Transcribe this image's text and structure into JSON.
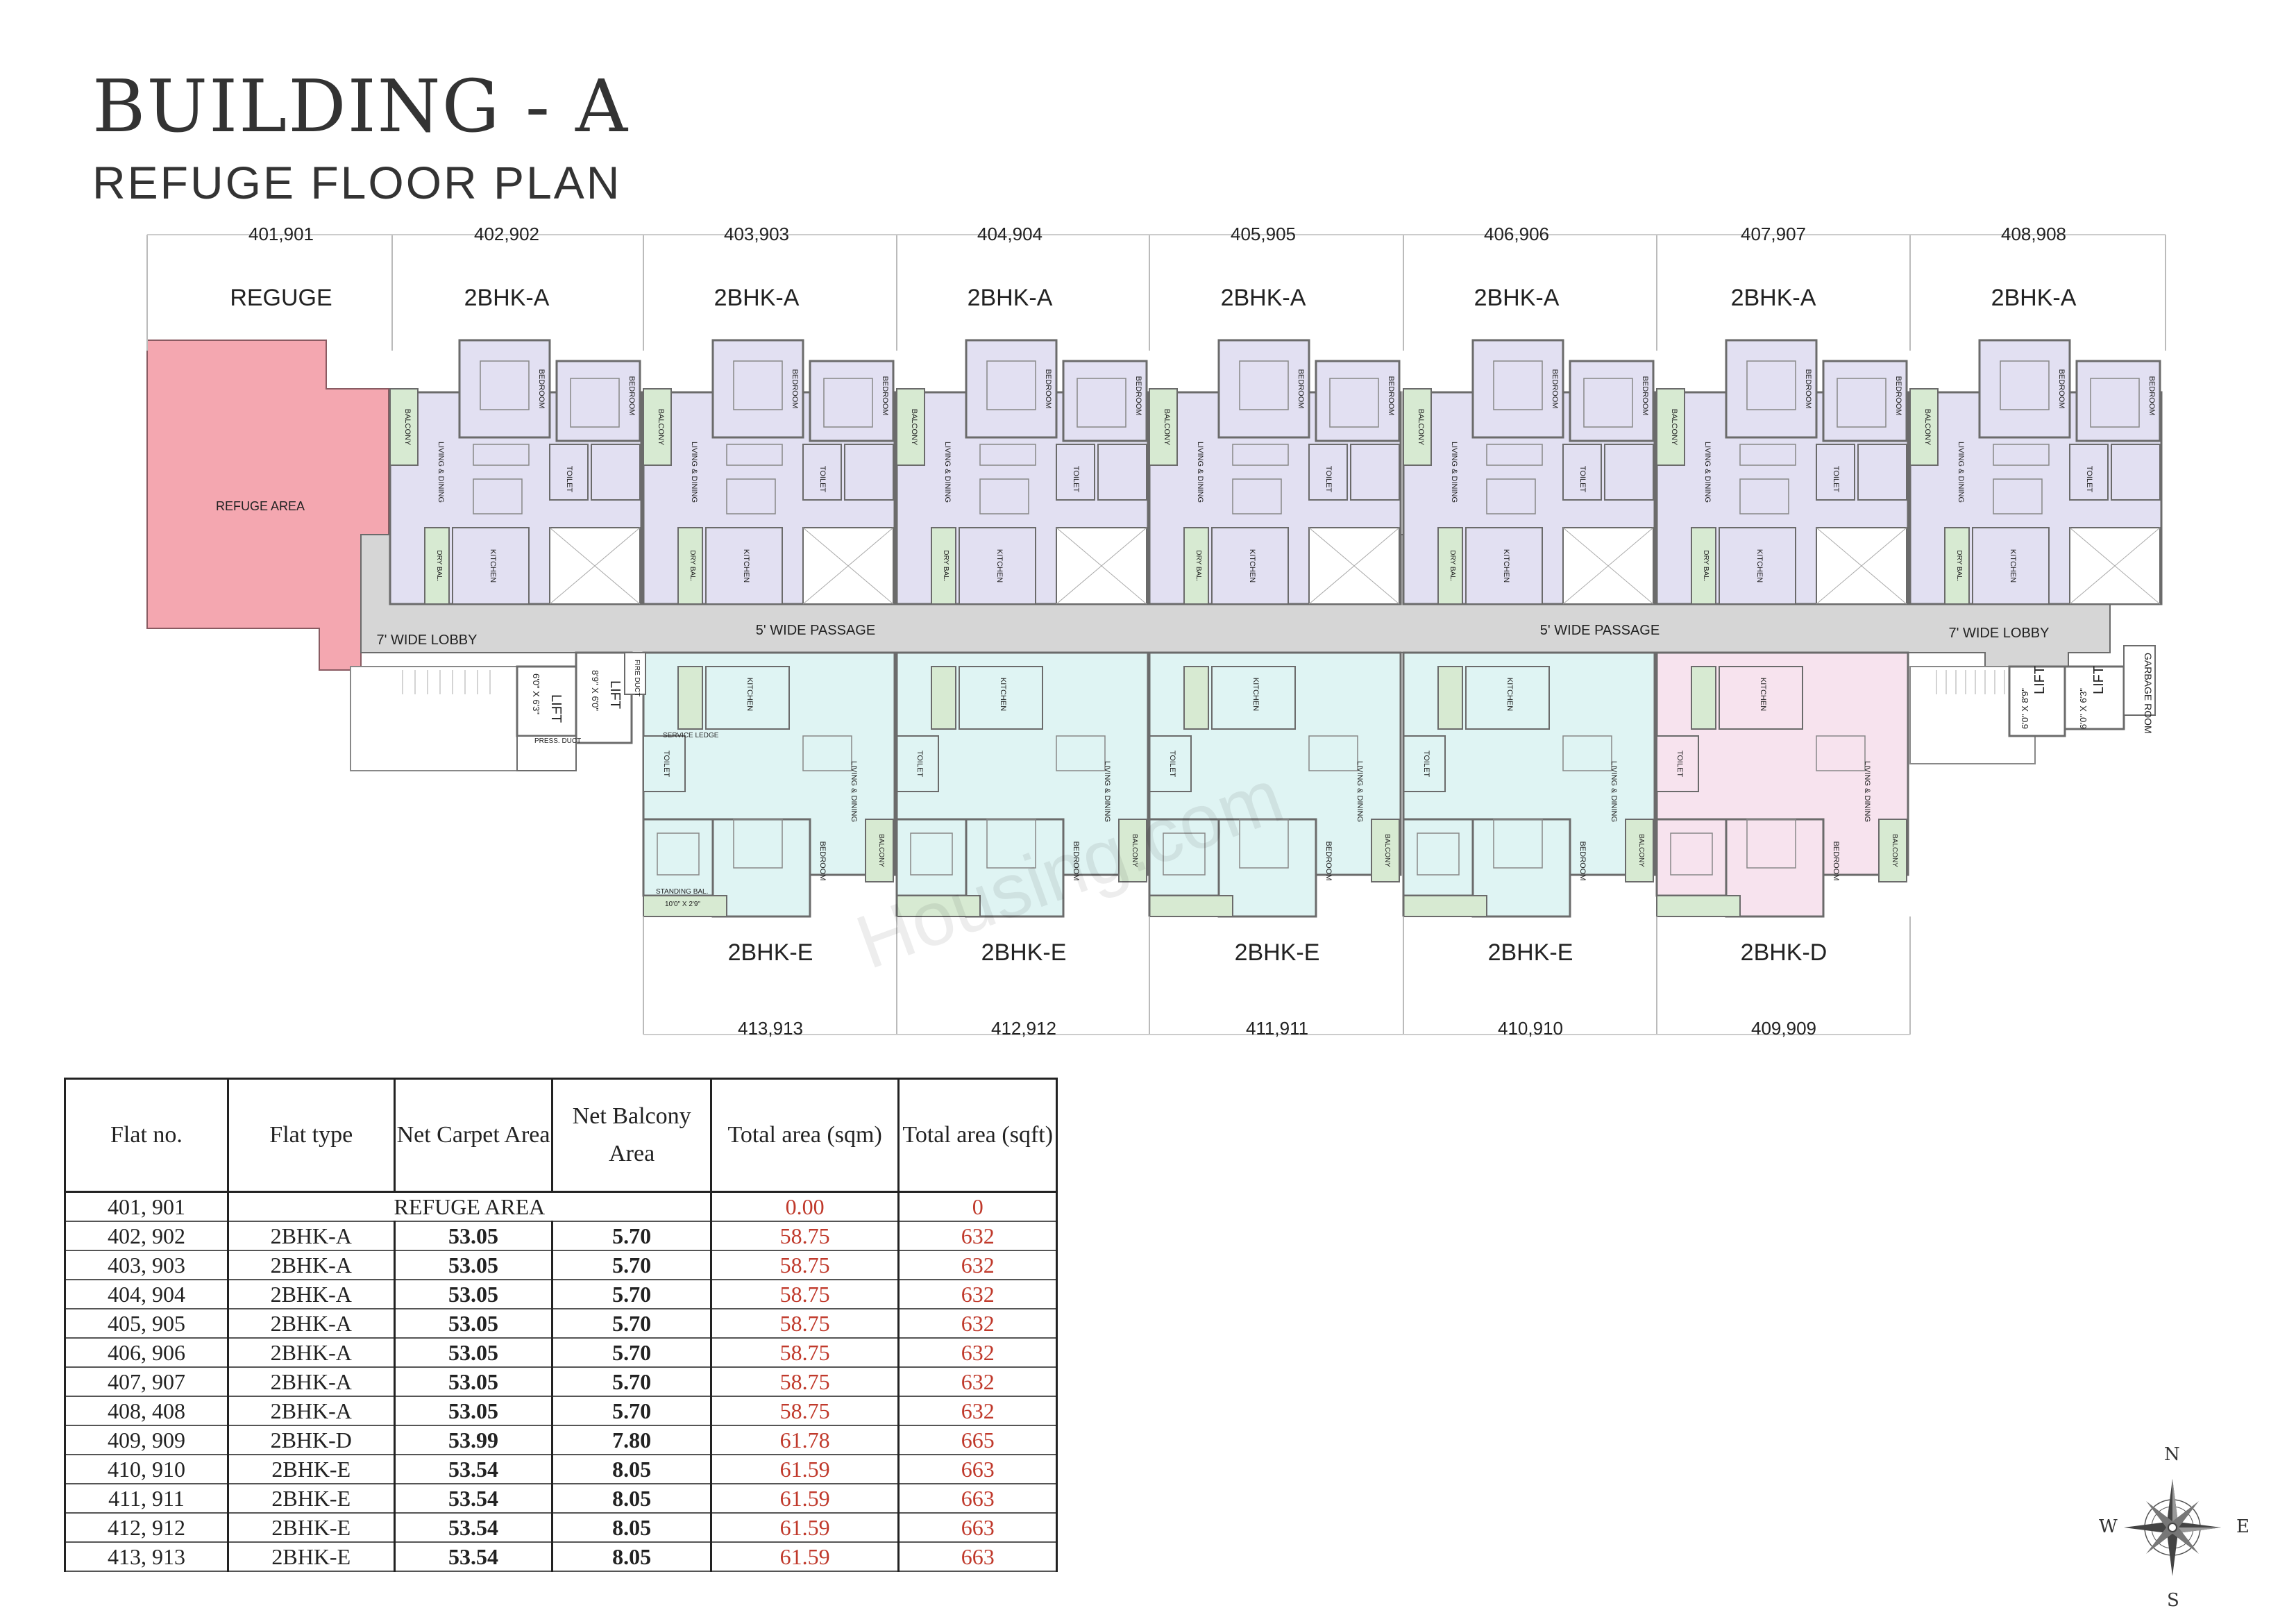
{
  "header": {
    "title": "BUILDING - A",
    "subtitle": "REFUGE FLOOR PLAN"
  },
  "plan": {
    "top_flat_numbers": [
      "401,901",
      "402,902",
      "403,903",
      "404,904",
      "405,905",
      "406,906",
      "407,907",
      "408,908"
    ],
    "top_types": [
      "REGUGE",
      "2BHK-A",
      "2BHK-A",
      "2BHK-A",
      "2BHK-A",
      "2BHK-A",
      "2BHK-A",
      "2BHK-A"
    ],
    "bottom_types": [
      "2BHK-E",
      "2BHK-E",
      "2BHK-E",
      "2BHK-E",
      "2BHK-D"
    ],
    "bottom_flat_numbers": [
      "413,913",
      "412,912",
      "411,911",
      "410,910",
      "409,909"
    ],
    "labels": {
      "refuge_area": "REFUGE AREA",
      "lobby_left": "7' WIDE LOBBY",
      "lobby_right": "7' WIDE LOBBY",
      "passage_left": "5' WIDE PASSAGE",
      "passage_right": "5' WIDE PASSAGE",
      "lift_1": "LIFT",
      "lift_1_dim": "6'0\" X 6'3\"",
      "lift_2": "LIFT",
      "lift_2_dim": "8'9\" X 6'0\"",
      "lift_3": "LIFT",
      "lift_3_dim": "6'0\" X 8'9\"",
      "lift_4": "LIFT",
      "lift_4_dim": "6'0\" X 6'3\"",
      "garbage_room": "GARBAGE ROOM",
      "fire_duct": "FIRE DUCT",
      "press_duct": "PRESS. DUCT",
      "service_ledge": "SERVICE LEDGE",
      "standing_bal": "STANDING BAL.",
      "standing_bal_dim": "10'0\" X 2'9\"",
      "bedroom": "BEDROOM",
      "kitchen": "KITCHEN",
      "toilet": "TOILET",
      "living_dining": "LIVING & DINING",
      "balcony": "BALCONY",
      "dry_bal": "DRY BAL.",
      "watermark": "Housing.com"
    },
    "colors": {
      "refuge": "#f4a7b0",
      "flat_a": "#e2e0f2",
      "flat_e": "#dff4f3",
      "flat_d": "#f7e3ee",
      "balcony": "#d7ead2",
      "lobby": "#d6d6d6",
      "wall": "#6b6b6b"
    }
  },
  "table": {
    "headers": [
      "Flat no.",
      "Flat type",
      "Net Carpet Area",
      "Net Balcony Area",
      "Total area (sqm)",
      "Total area (sqft)"
    ],
    "refuge_row": {
      "flat_no": "401, 901",
      "type": "REFUGE AREA",
      "total_sqm": "0.00",
      "total_sqft": "0"
    },
    "rows": [
      [
        "402, 902",
        "2BHK-A",
        "53.05",
        "5.70",
        "58.75",
        "632"
      ],
      [
        "403, 903",
        "2BHK-A",
        "53.05",
        "5.70",
        "58.75",
        "632"
      ],
      [
        "404, 904",
        "2BHK-A",
        "53.05",
        "5.70",
        "58.75",
        "632"
      ],
      [
        "405, 905",
        "2BHK-A",
        "53.05",
        "5.70",
        "58.75",
        "632"
      ],
      [
        "406, 906",
        "2BHK-A",
        "53.05",
        "5.70",
        "58.75",
        "632"
      ],
      [
        "407, 907",
        "2BHK-A",
        "53.05",
        "5.70",
        "58.75",
        "632"
      ],
      [
        "408, 408",
        "2BHK-A",
        "53.05",
        "5.70",
        "58.75",
        "632"
      ],
      [
        "409, 909",
        "2BHK-D",
        "53.99",
        "7.80",
        "61.78",
        "665"
      ],
      [
        "410, 910",
        "2BHK-E",
        "53.54",
        "8.05",
        "61.59",
        "663"
      ],
      [
        "411, 911",
        "2BHK-E",
        "53.54",
        "8.05",
        "61.59",
        "663"
      ],
      [
        "412, 912",
        "2BHK-E",
        "53.54",
        "8.05",
        "61.59",
        "663"
      ],
      [
        "413, 913",
        "2BHK-E",
        "53.54",
        "8.05",
        "61.59",
        "663"
      ]
    ]
  },
  "compass": {
    "n": "N",
    "s": "S",
    "e": "E",
    "w": "W"
  }
}
